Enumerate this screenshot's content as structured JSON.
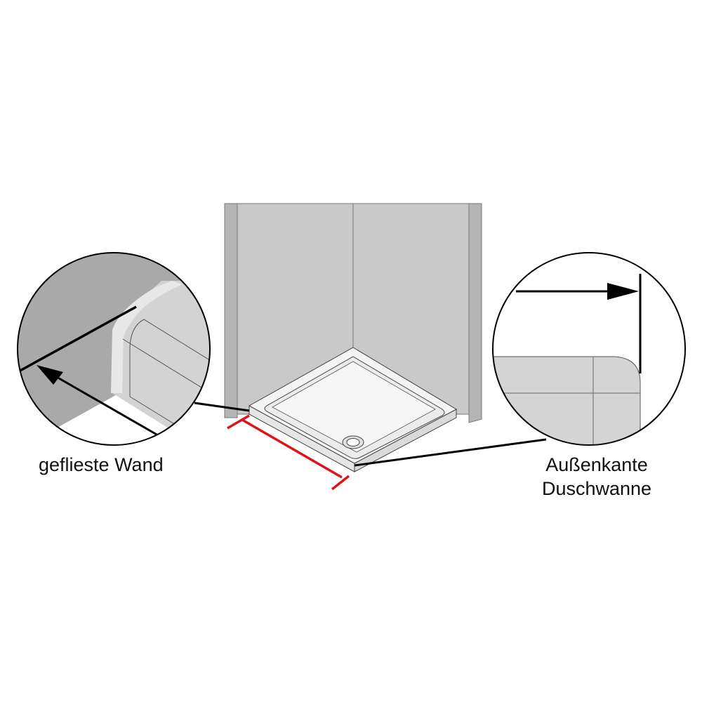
{
  "labels": {
    "tiled_wall": "geflieste Wand",
    "outer_edge_line1": "Außenkante",
    "outer_edge_line2": "Duschwanne"
  },
  "colors": {
    "wall": "#c9c9c9",
    "wall_edge": "#b5b5b5",
    "tray": "#f2f2f2",
    "measure": "#e0131a",
    "line": "#000000"
  }
}
